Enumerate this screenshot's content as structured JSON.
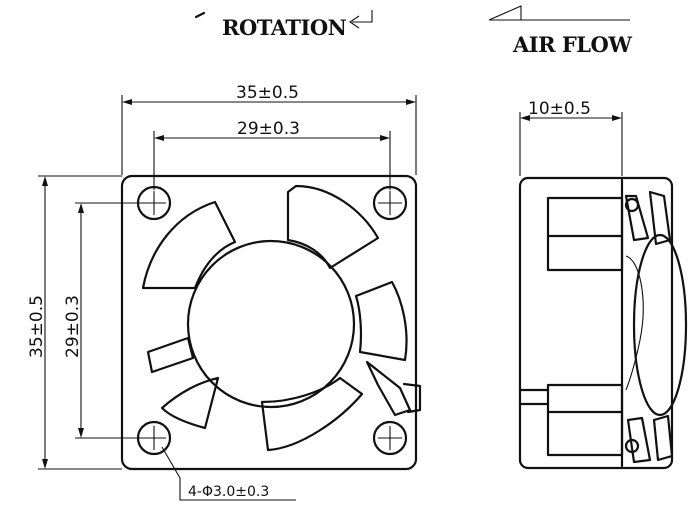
{
  "labels": {
    "rotation": "ROTATION",
    "air_flow": "AIR FLOW",
    "outer_width": "35±0.5",
    "hole_spacing_x": "29±0.3",
    "outer_height": "35±0.5",
    "hole_spacing_y": "29±0.3",
    "thickness": "10±0.5",
    "holes": "4-Φ3.0±0.3"
  },
  "colors": {
    "line": "#111111",
    "background": "#ffffff"
  }
}
